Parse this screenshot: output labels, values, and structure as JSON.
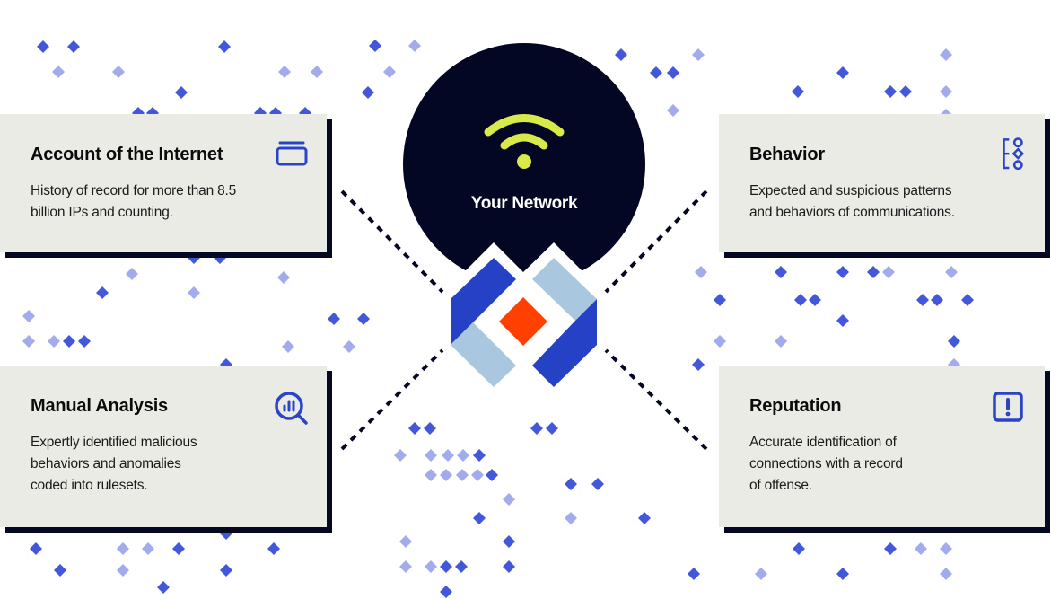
{
  "center": {
    "label": "Your Network",
    "icon": "wifi-icon",
    "icon_color": "#d7ea4a",
    "circle_color": "#030723",
    "logo_colors": {
      "dark_blue": "#2541c6",
      "light_blue": "#a9c8df",
      "orange": "#ff4000"
    }
  },
  "cards": [
    {
      "id": "account",
      "title": "Account of the Internet",
      "description": "History of record for more than 8.5 billion IPs and counting.",
      "desc_lines": [
        "History of record for more than 8.5",
        "billion IPs and counting."
      ],
      "icon": "stack-icon"
    },
    {
      "id": "behavior",
      "title": "Behavior",
      "description": "Expected and suspicious patterns and behaviors of communications.",
      "desc_lines": [
        "Expected and suspicious patterns",
        "and behaviors of communications."
      ],
      "icon": "flow-shapes-icon"
    },
    {
      "id": "manual",
      "title": "Manual Analysis",
      "description": "Expertly identified malicious behaviors and anomalies coded into rulesets.",
      "desc_lines": [
        "Expertly identified malicious",
        "behaviors and anomalies",
        "coded into rulesets."
      ],
      "icon": "search-chart-icon"
    },
    {
      "id": "reputation",
      "title": "Reputation",
      "description": "Accurate identification of connections with a record of offense.",
      "desc_lines": [
        "Accurate identification of",
        "connections with a record",
        "of offense."
      ],
      "icon": "alert-square-icon"
    }
  ],
  "colors": {
    "card_bg": "#ebebe6",
    "card_shadow": "#050823",
    "accent_blue": "#2a44c8",
    "dot_dark": "#4257d9",
    "dot_light": "#a2acec",
    "dash": "#050823"
  }
}
